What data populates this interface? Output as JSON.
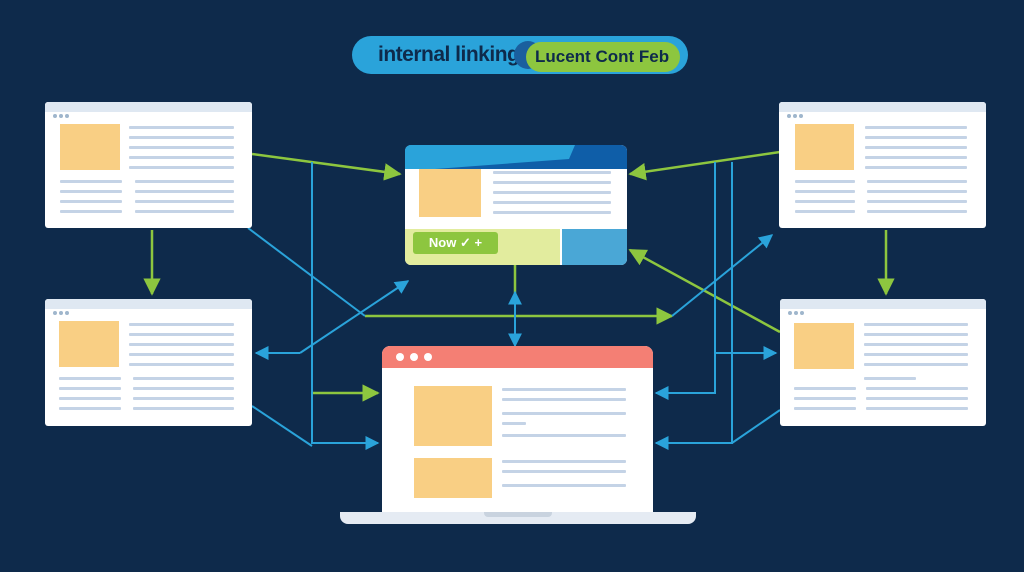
{
  "header": {
    "title": "internal linking",
    "subtitle": "Lucent Cont Feb"
  },
  "center_page": {
    "button_label": "Now ✓ +"
  },
  "colors": {
    "background": "#0e2a4b",
    "green_arrow": "#8dc63f",
    "blue_arrow": "#2aa3da",
    "placeholder": "#f9cf84",
    "laptop_header": "#f47f74"
  },
  "icons": {
    "logo": "circle-logo-icon",
    "window_dots": "window-dots-icon"
  }
}
